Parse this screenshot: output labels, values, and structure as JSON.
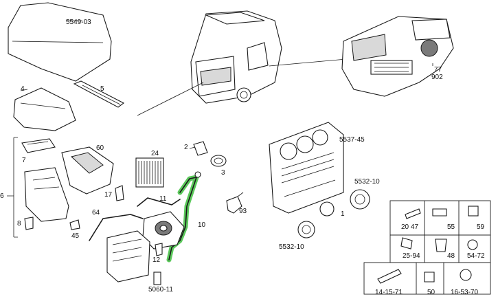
{
  "labels": {
    "l5549_03": "5549-03",
    "l4": "4",
    "l5": "5",
    "l7": "7",
    "l6": "6",
    "l8": "8",
    "l60": "60",
    "l45": "45",
    "l64": "64",
    "l17": "17",
    "l24": "24",
    "l2": "2",
    "l3": "3",
    "l11": "11",
    "l10": "10",
    "l12": "12",
    "l93": "93",
    "l5060_11": "5060-11",
    "l77": "77",
    "l902": "902",
    "l5537_45": "5537-45",
    "l5532_10a": "5532-10",
    "l1": "1",
    "l5532_10b": "5532-10"
  },
  "hardware": {
    "c20_47": "20  47",
    "c55": "55",
    "c59": "59",
    "c25_94": "25-94",
    "c48": "48",
    "c54_72": "54-72",
    "c14_15_71": "14-15-71",
    "c50": "50",
    "c16_53_70": "16-53-70"
  },
  "colors": {
    "highlight": "#3fbf3f",
    "line": "#1a1a1a"
  }
}
